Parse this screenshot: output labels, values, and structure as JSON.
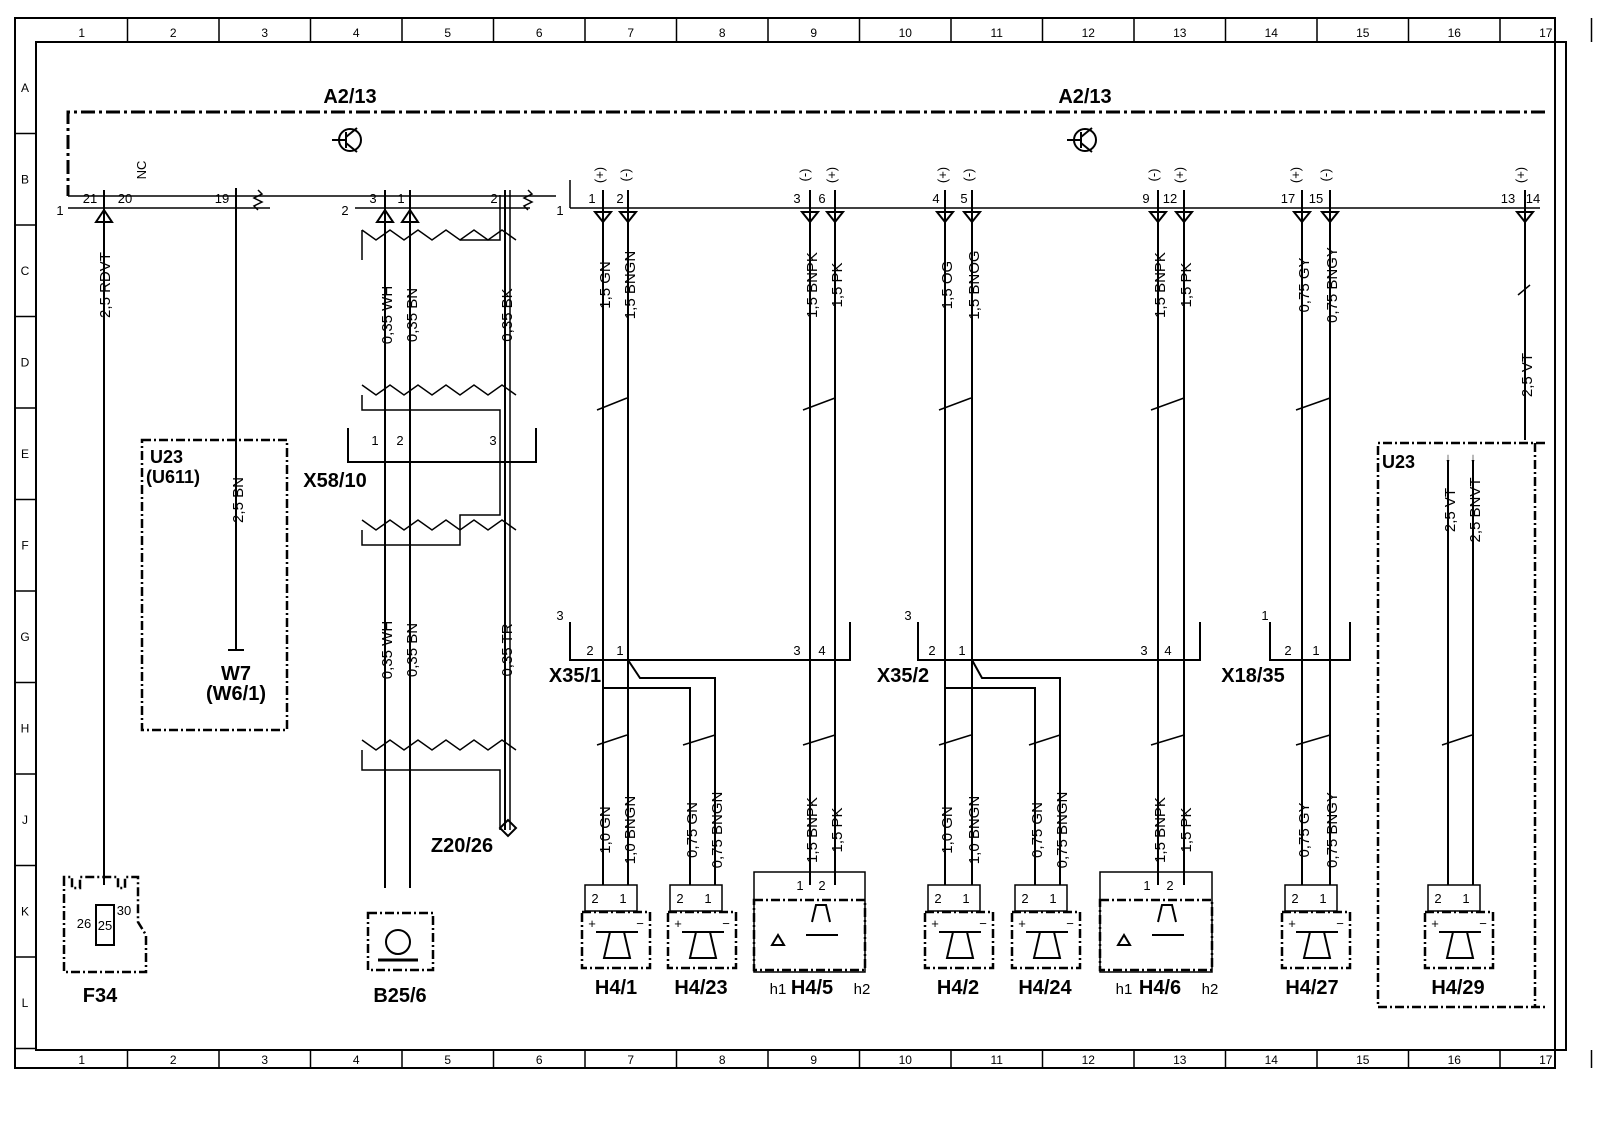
{
  "grid": {
    "columns": [
      "1",
      "2",
      "3",
      "4",
      "5",
      "6",
      "7",
      "8",
      "9",
      "10",
      "11",
      "12",
      "13",
      "14",
      "15",
      "16",
      "17"
    ],
    "rows": [
      "A",
      "B",
      "C",
      "D",
      "E",
      "F",
      "G",
      "H",
      "J",
      "K",
      "L"
    ]
  },
  "modules": {
    "a2_13_left": "A2/13",
    "a2_13_right": "A2/13",
    "u23_left": "U23",
    "u23_left_sub": "(U611)",
    "w7": "W7",
    "w7_sub": "(W6/1)",
    "x58_10": "X58/10",
    "x35_1": "X35/1",
    "x35_2": "X35/2",
    "x18_35": "X18/35",
    "z20_26": "Z20/26",
    "u23_right": "U23",
    "f34": "F34",
    "b25_6": "B25/6",
    "h4_1": "H4/1",
    "h4_23": "H4/23",
    "h4_5": "H4/5",
    "h4_2": "H4/2",
    "h4_24": "H4/24",
    "h4_6": "H4/6",
    "h4_27": "H4/27",
    "h4_29": "H4/29",
    "h1": "h1",
    "h2": "h2",
    "nc": "NC"
  },
  "wires": [
    "2,5 RDVT",
    "0,35 WH",
    "0,35 BN",
    "0,35 BK",
    "2,5 BN",
    "1,5 GN",
    "1,5 BNGN",
    "1,5 BNPK",
    "1,5 PK",
    "1,5 OG",
    "1,5 BNOG",
    "0,75 GY",
    "0,75 BNGY",
    "2,5 VT",
    "2,5 BNVT",
    "0,35 TR",
    "1,0 GN",
    "1,0 BNGN",
    "0,75 GN",
    "0,75 BNGN"
  ]
}
